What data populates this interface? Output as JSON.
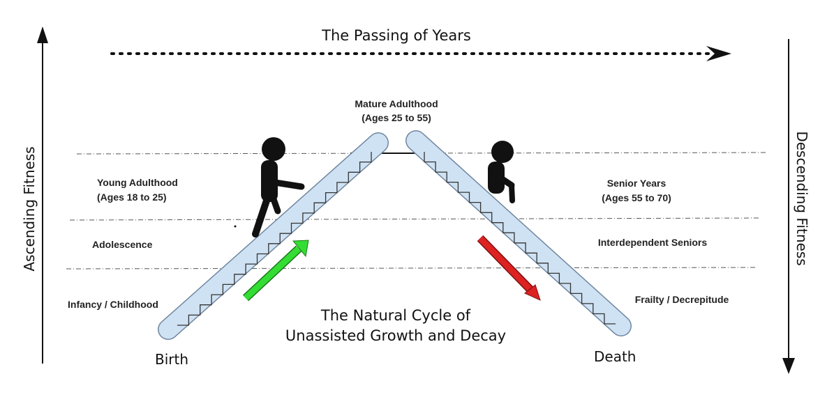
{
  "header": {
    "title": "The Passing of Years"
  },
  "axes": {
    "left": "Ascending Fitness",
    "right": "Descending Fitness"
  },
  "peak": {
    "line1": "Mature Adulthood",
    "line2": "(Ages 25 to 55)"
  },
  "left_stages": {
    "young_adulthood": {
      "line1": "Young Adulthood",
      "line2": "(Ages 18 to 25)"
    },
    "adolescence": "Adolescence",
    "infancy": "Infancy / Childhood"
  },
  "right_stages": {
    "senior_years": {
      "line1": "Senior Years",
      "line2": "(Ages 55 to 70)"
    },
    "interdependent": "Interdependent Seniors",
    "frailty": "Frailty / Decrepitude"
  },
  "endpoints": {
    "birth": "Birth",
    "death": "Death"
  },
  "caption": {
    "line1": "The Natural Cycle of",
    "line2": "Unassisted Growth and Decay"
  },
  "colors": {
    "ramp_fill": "#cfe2f3",
    "ramp_stroke": "#6f86a0",
    "up_arrow": "#33dd33",
    "down_arrow": "#dd2222",
    "figure": "#111111"
  }
}
